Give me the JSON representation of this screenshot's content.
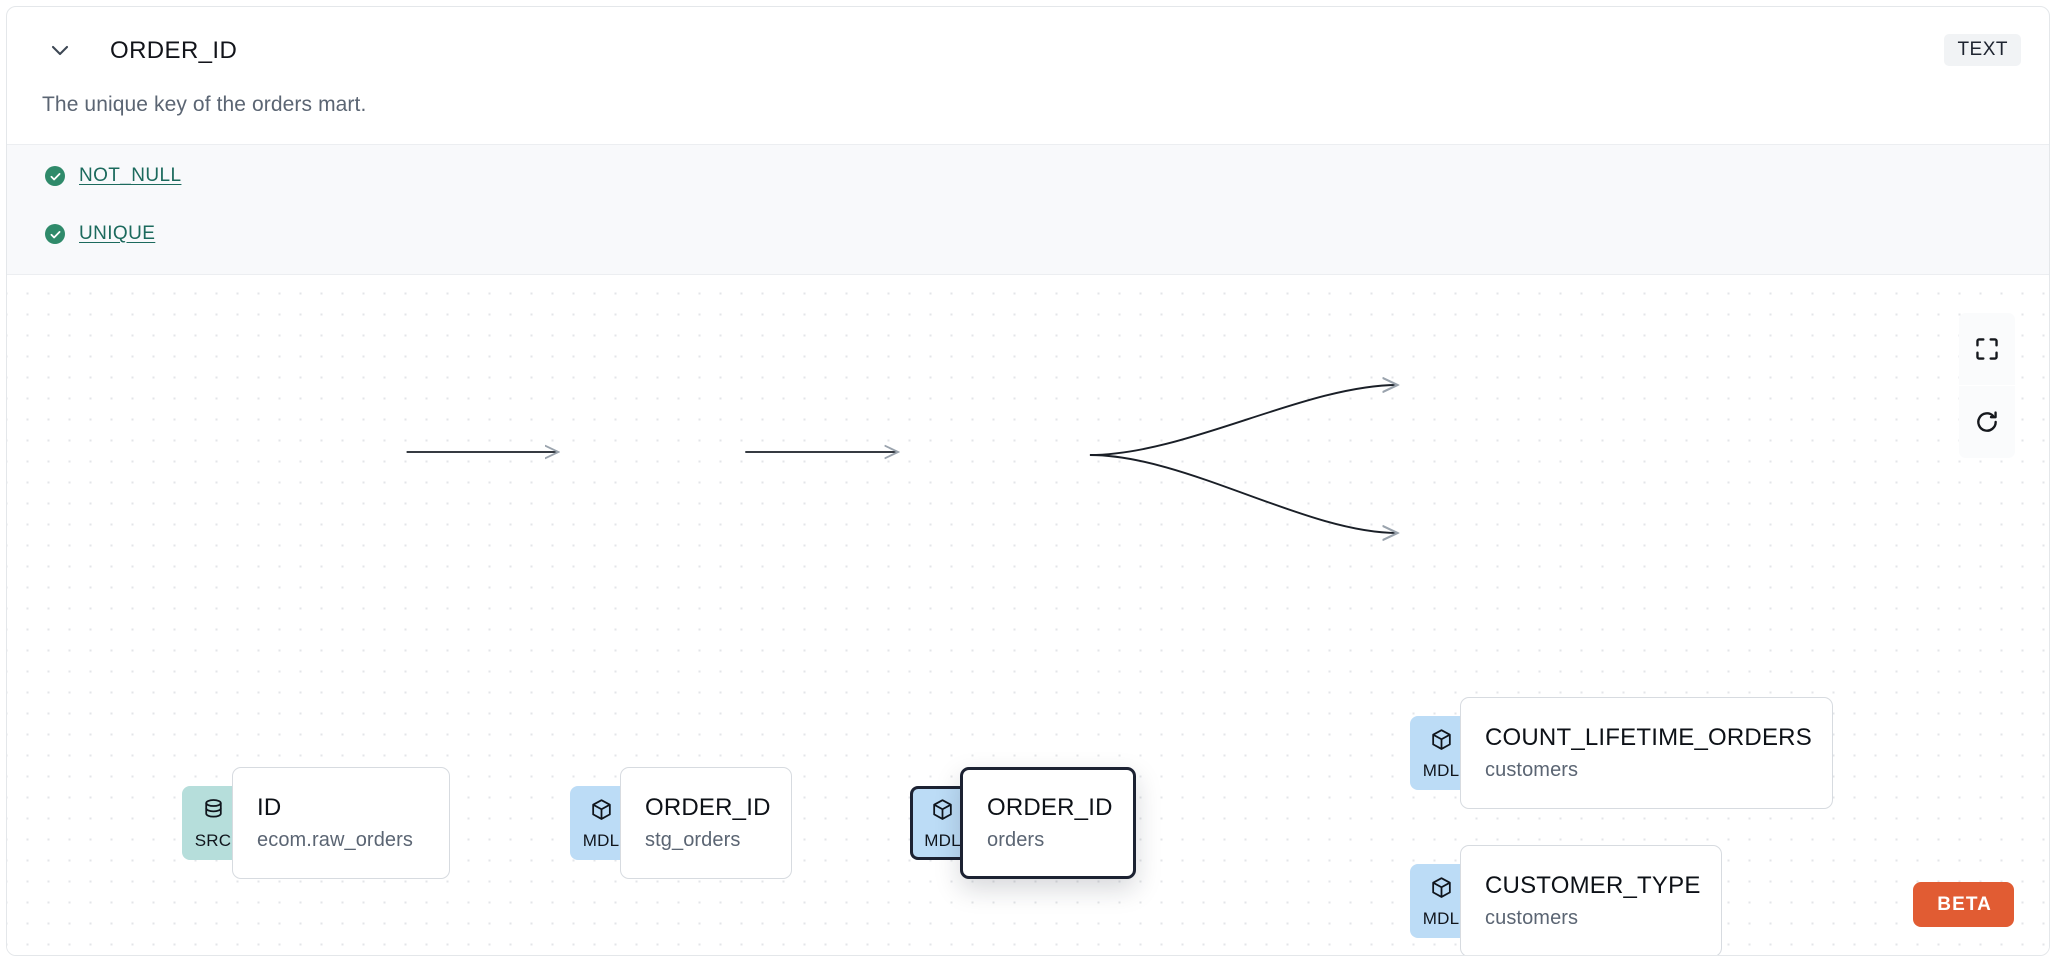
{
  "header": {
    "chevron_icon": "chevron-down-icon",
    "column_name": "ORDER_ID",
    "type_badge": "TEXT"
  },
  "description": "The unique key of the orders mart.",
  "tests": {
    "items": [
      {
        "status_icon": "check-circle-icon",
        "label": "NOT_NULL",
        "status": "passed"
      },
      {
        "status_icon": "check-circle-icon",
        "label": "UNIQUE",
        "status": "passed"
      }
    ]
  },
  "lineage": {
    "controls": [
      {
        "name": "fit-view-button",
        "icon": "fit-view-icon"
      },
      {
        "name": "reset-button",
        "icon": "refresh-icon"
      }
    ],
    "beta_label": "BETA",
    "nodes": [
      {
        "id": "src",
        "badge": "SRC",
        "badge_icon": "database-icon",
        "badge_color": "#b6dedb",
        "name": "ID",
        "sub": "ecom.raw_orders",
        "selected": false
      },
      {
        "id": "stg",
        "badge": "MDL",
        "badge_icon": "cube-icon",
        "badge_color": "#bcdcf6",
        "name": "ORDER_ID",
        "sub": "stg_orders",
        "selected": false
      },
      {
        "id": "orders",
        "badge": "MDL",
        "badge_icon": "cube-icon",
        "badge_color": "#bcdcf6",
        "name": "ORDER_ID",
        "sub": "orders",
        "selected": true
      },
      {
        "id": "count",
        "badge": "MDL",
        "badge_icon": "cube-icon",
        "badge_color": "#bcdcf6",
        "name": "COUNT_LIFETIME_ORDERS",
        "sub": "customers",
        "selected": false
      },
      {
        "id": "custtype",
        "badge": "MDL",
        "badge_icon": "cube-icon",
        "badge_color": "#bcdcf6",
        "name": "CUSTOMER_TYPE",
        "sub": "customers",
        "selected": false
      }
    ],
    "edges": [
      {
        "from": "src",
        "to": "stg"
      },
      {
        "from": "stg",
        "to": "orders"
      },
      {
        "from": "orders",
        "to": "count"
      },
      {
        "from": "orders",
        "to": "custtype"
      }
    ]
  },
  "colors": {
    "src_badge": "#b6dedb",
    "mdl_badge": "#bcdcf6",
    "test_pass": "#2f8a6a",
    "test_link": "#1c6a5d",
    "beta": "#e15c33",
    "selected_border": "#1c2232"
  }
}
